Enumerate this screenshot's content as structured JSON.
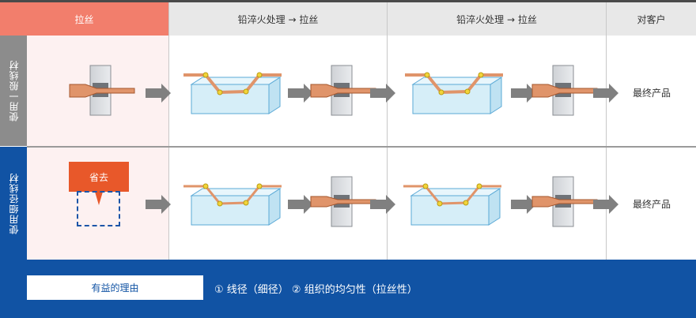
{
  "header": {
    "col1": "拉丝",
    "col2": "铅淬火处理 → 拉丝",
    "col3": "铅淬火处理 → 拉丝",
    "col4": "对客户"
  },
  "rows": {
    "row1_label": "使用一般线材",
    "row2_label": "使用细径线材"
  },
  "omit_badge": "省去",
  "final_product_1": "最终产品",
  "final_product_2": "最终产品",
  "footer": {
    "title": "有益的理由",
    "reasons": "①  线径（细径）  ②  组织的均匀性（拉丝性）"
  },
  "colors": {
    "header_accent": "#f27e6c",
    "badge": "#e8582a",
    "footer_blue": "#1153a4",
    "wire": "#e0946a"
  }
}
